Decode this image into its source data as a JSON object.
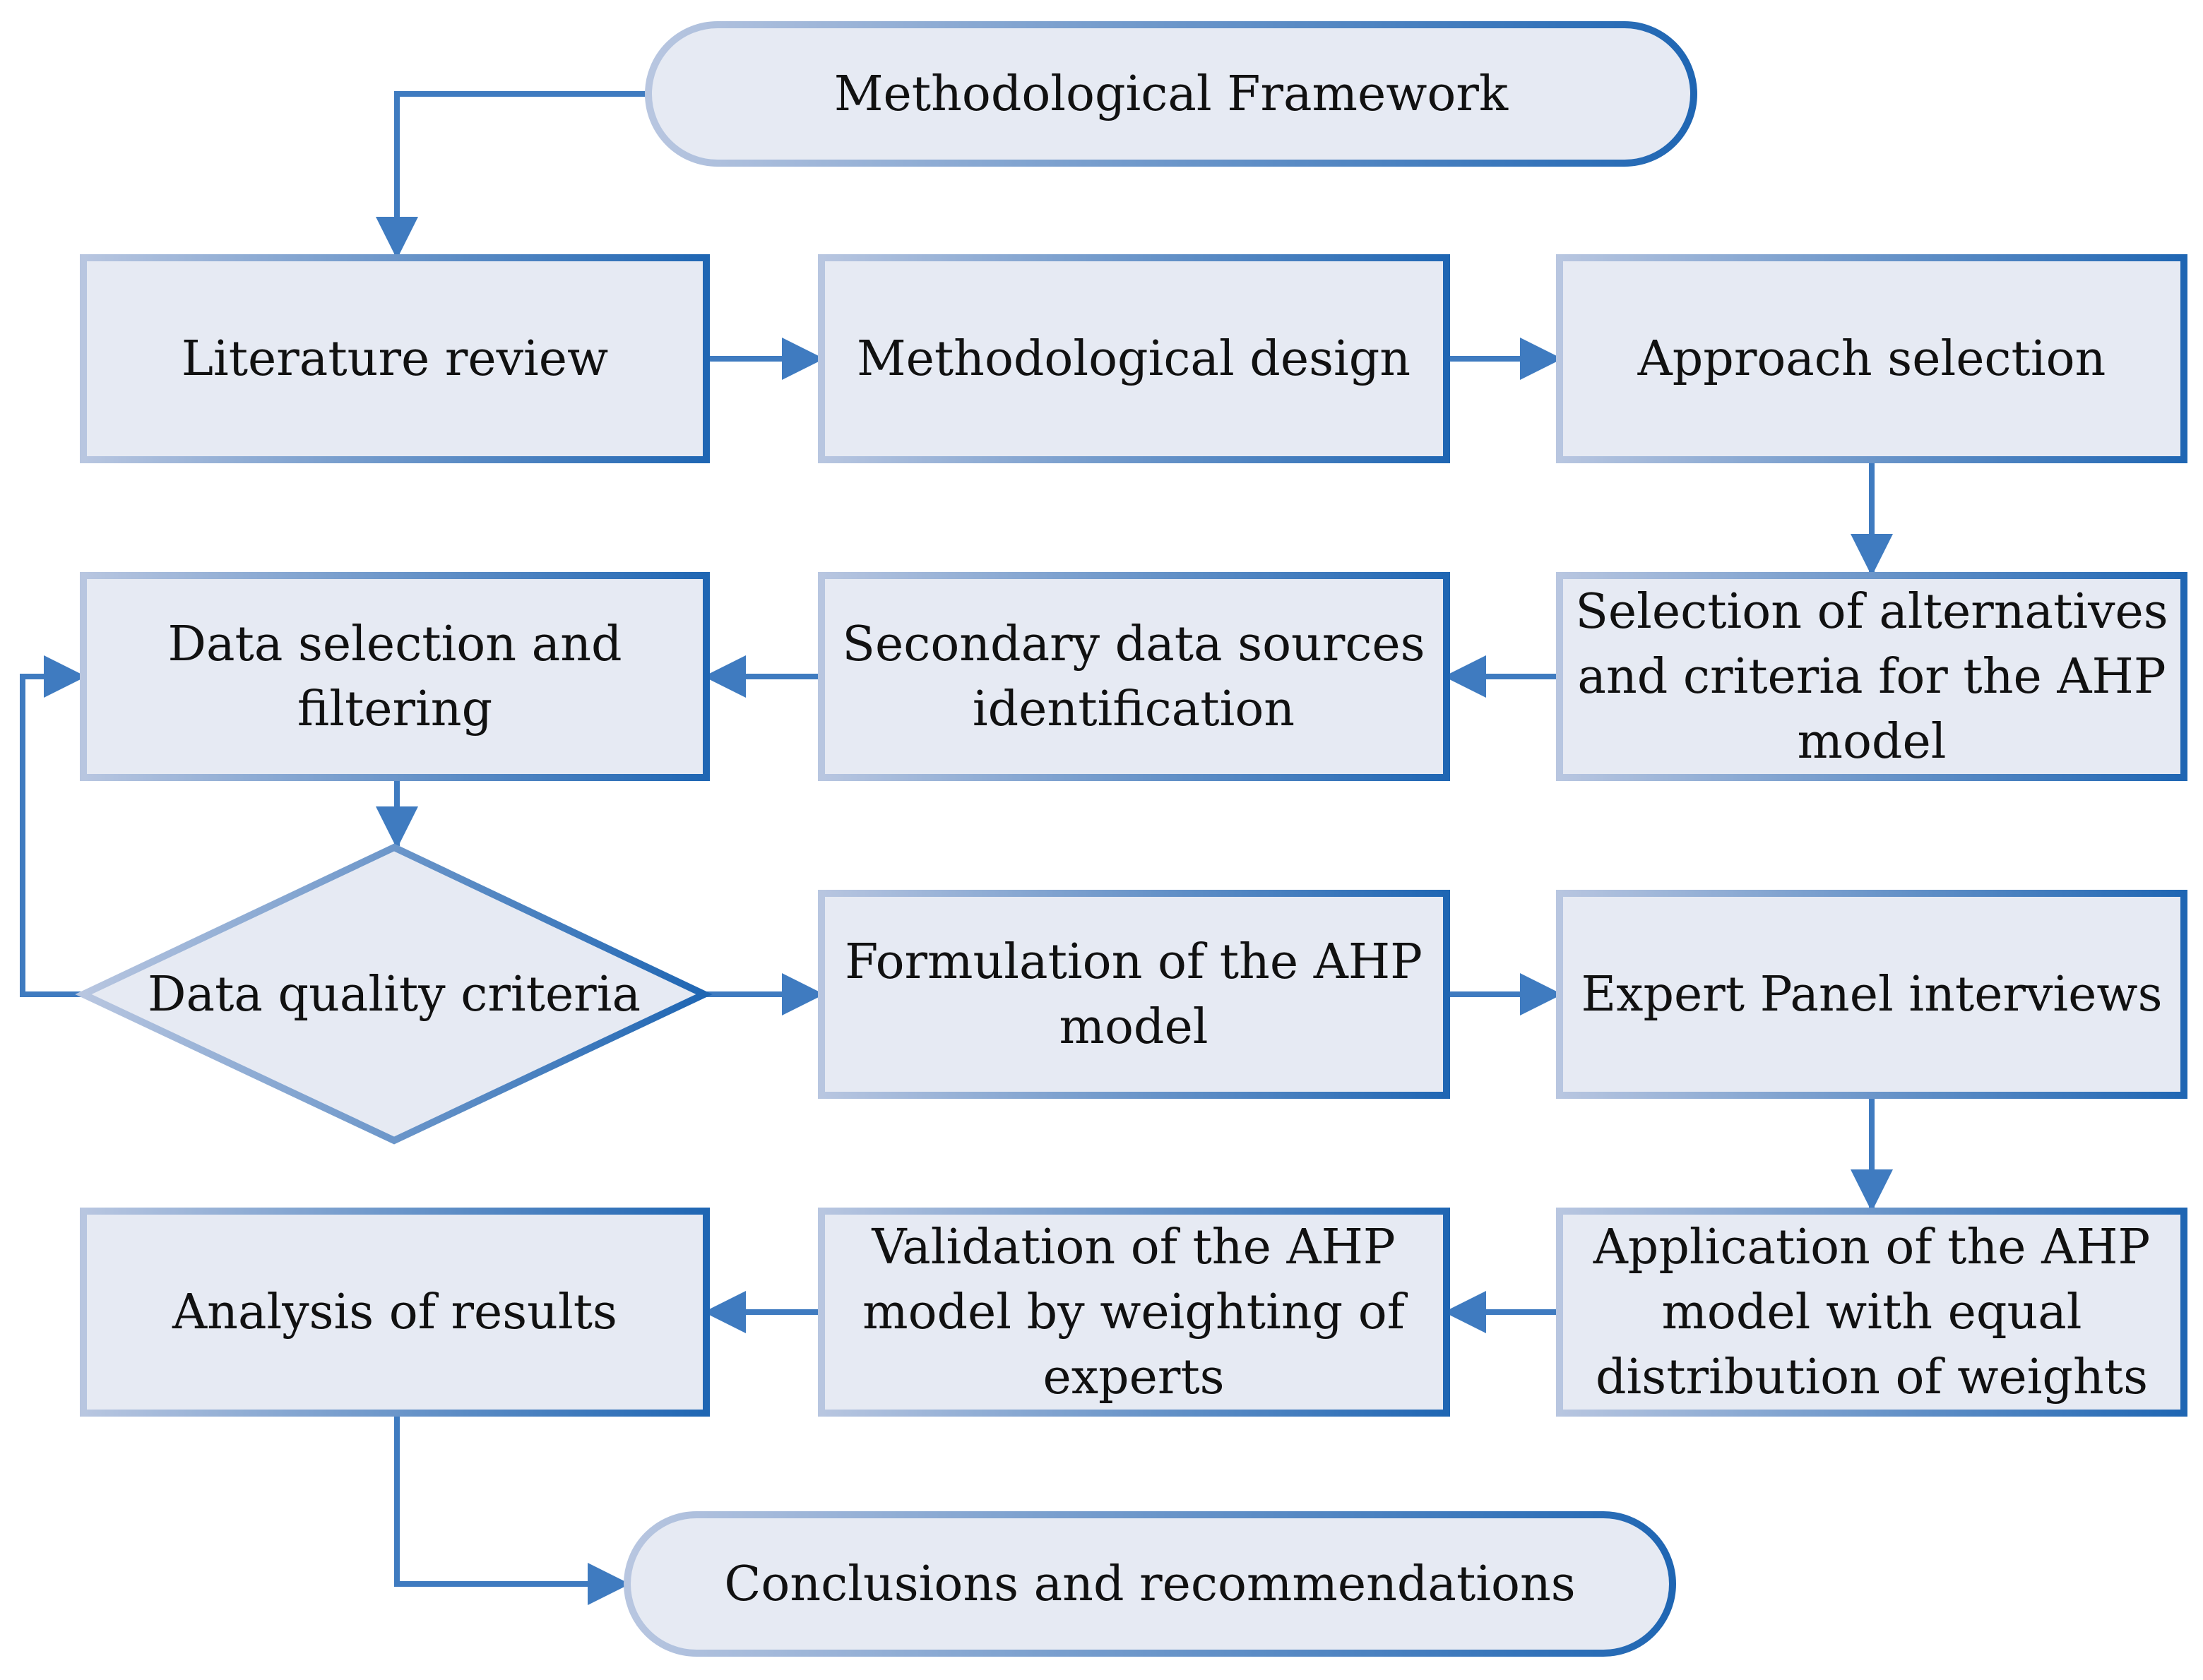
{
  "colors": {
    "fill": "#e6eaf3",
    "border_light": "#b8c6e0",
    "border_dark": "#1f66b3",
    "arrow": "#3f7bc0",
    "text": "#111111"
  },
  "terminals": {
    "start": "Methodological Framework",
    "end": "Conclusions and recommendations"
  },
  "steps": {
    "literature_review": [
      "Literature review"
    ],
    "methodological_design": [
      "Methodological design"
    ],
    "approach_selection": [
      "Approach selection"
    ],
    "data_selection": [
      "Data selection and",
      "filtering"
    ],
    "secondary_sources": [
      "Secondary data sources",
      "identification"
    ],
    "selection_alternatives": [
      "Selection of alternatives",
      "and criteria for the AHP",
      "model"
    ],
    "formulation_ahp": [
      "Formulation of the AHP",
      "model"
    ],
    "expert_panel": [
      "Expert Panel interviews"
    ],
    "analysis_results": [
      "Analysis of results"
    ],
    "validation_ahp": [
      "Validation of the AHP",
      "model by weighting of",
      "experts"
    ],
    "application_ahp": [
      "Application of the AHP",
      "model with equal",
      "distribution of weights"
    ]
  },
  "decision": {
    "data_quality": "Data quality criteria"
  }
}
